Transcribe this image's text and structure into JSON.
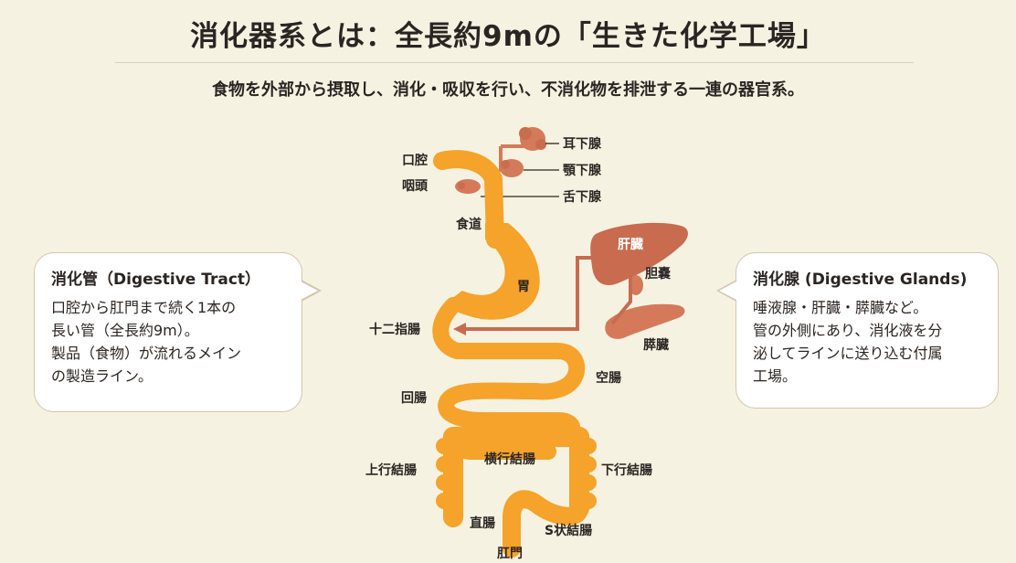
{
  "title": "消化器系とは：全長約9mの「生きた化学工場」",
  "subtitle": "食物を外部から摂取し、消化・吸収を行い、不消化物を排泄する一連の器官系。",
  "left_callout": {
    "heading": "消化管（Digestive Tract）",
    "lines": [
      "口腔から肛門まで続く1本の",
      "長い管（全長約9m）。",
      "製品（食物）が流れるメイン",
      "の製造ライン。"
    ]
  },
  "right_callout": {
    "heading": "消化腺 (Digestive Glands)",
    "lines": [
      "唾液腺・肝臓・膵臓など。",
      "管の外側にあり、消化液を分",
      "泌してラインに送り込む付属",
      "工場。"
    ]
  },
  "labels": {
    "oral_cavity": "口腔",
    "pharynx": "咽頭",
    "parotid_gland": "耳下腺",
    "submandibular_gland": "顎下腺",
    "sublingual_gland": "舌下腺",
    "esophagus": "食道",
    "liver": "肝臓",
    "gallbladder": "胆嚢",
    "stomach": "胃",
    "duodenum": "十二指腸",
    "pancreas": "膵臓",
    "jejunum": "空腸",
    "ileum": "回腸",
    "ascending_colon": "上行結腸",
    "transverse_colon": "横行結腸",
    "descending_colon": "下行結腸",
    "rectum": "直腸",
    "sigmoid_colon": "S状結腸",
    "anus": "肛門"
  },
  "colors": {
    "background": "#f6f2e2",
    "tract": "#f5a32a",
    "glands": "#d47a5a",
    "text": "#2a2522"
  }
}
